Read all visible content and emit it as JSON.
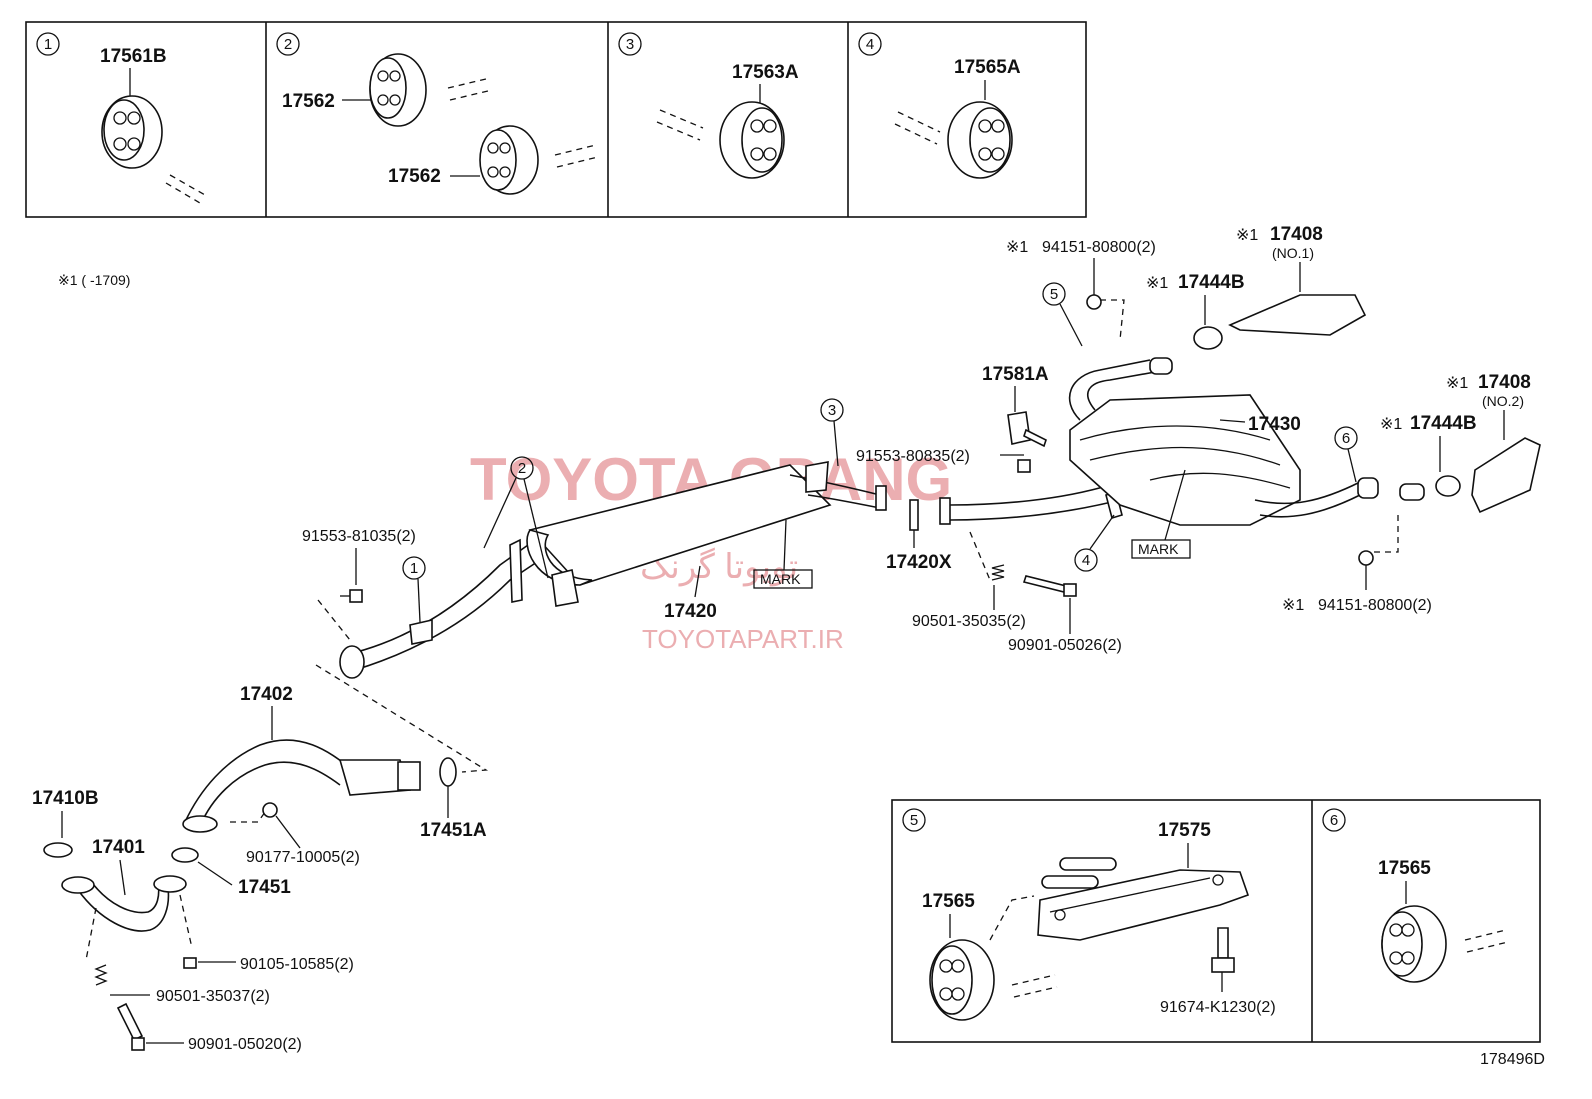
{
  "insets": [
    {
      "circle": "1",
      "parts": [
        "17561B"
      ]
    },
    {
      "circle": "2",
      "parts": [
        "17562",
        "17562"
      ]
    },
    {
      "circle": "3",
      "parts": [
        "17563A"
      ]
    },
    {
      "circle": "4",
      "parts": [
        "17565A"
      ]
    }
  ],
  "bottom_insets": [
    {
      "circle": "5",
      "parts": [
        "17565",
        "17575",
        "91674-K1230(2)"
      ]
    },
    {
      "circle": "6",
      "parts": [
        "17565"
      ]
    }
  ],
  "note": "※1 (      -1709)",
  "callouts": {
    "c1": "1",
    "c2": "2",
    "c3": "3",
    "c4": "4",
    "c5": "5",
    "c6": "6"
  },
  "parts": {
    "p17402": "17402",
    "p17410B": "17410B",
    "p17401": "17401",
    "p17451": "17451",
    "p17451A": "17451A",
    "p17420": "17420",
    "p17420X": "17420X",
    "p17430": "17430",
    "p17581A": "17581A",
    "p17408a": "17408",
    "p17408b": "17408",
    "p17444Ba": "17444B",
    "p17444Bb": "17444B"
  },
  "small_parts": {
    "s91553_81035": "91553-81035(2)",
    "s91553_80835": "91553-80835(2)",
    "s90501_35035": "90501-35035(2)",
    "s90901_05026": "90901-05026(2)",
    "s90177_10005": "90177-10005(2)",
    "s90105_10585": "90105-10585(2)",
    "s90501_35037": "90501-35037(2)",
    "s90901_05020": "90901-05020(2)",
    "s94151_top": "94151-80800(2)",
    "s94151_bot": "94151-80800(2)"
  },
  "marks": {
    "x1": "※1",
    "mark": "MARK",
    "no1": "(NO.1)",
    "no2": "(NO.2)"
  },
  "watermark": {
    "brand": "TOYOTA GRANG",
    "persian": "تویوتا گرنگ",
    "site": "TOYOTAPART.IR"
  },
  "figure_id": "178496D"
}
